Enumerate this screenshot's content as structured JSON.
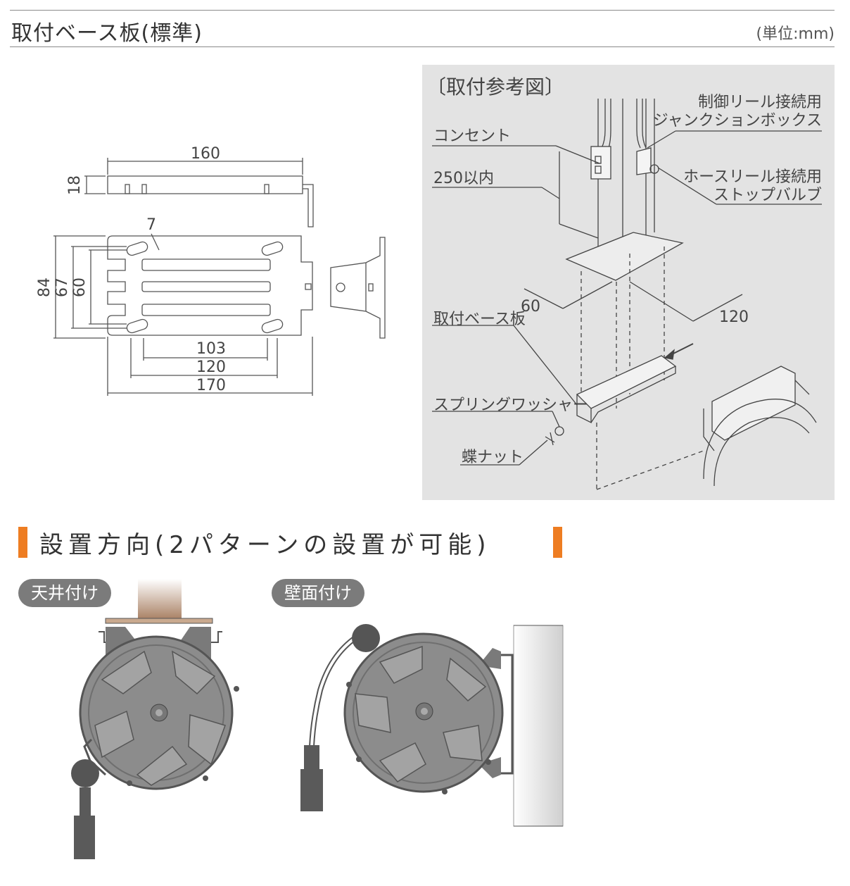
{
  "header": {
    "title": "取付ベース板(標準)",
    "unit": "(単位:mm)"
  },
  "base_plate_drawing": {
    "dims": {
      "top_width": "160",
      "top_height": "18",
      "hole": "7",
      "h84": "84",
      "h67": "67",
      "h60": "60",
      "w103": "103",
      "w120": "120",
      "w170": "170"
    }
  },
  "reference": {
    "title": "〔取付参考図〕",
    "labels": {
      "junction_box": [
        "制御リール接続用",
        "ジャンクションボックス"
      ],
      "outlet": "コンセント",
      "within_250": "250以内",
      "stop_valve": [
        "ホースリール接続用",
        "ストップバルブ"
      ],
      "dim60": "60",
      "dim120": "120",
      "base_plate": "取付ベース板",
      "spring_washer": "スプリングワッシャー",
      "wing_nut": "蝶ナット"
    }
  },
  "orientation": {
    "title": "設置方向(2パターンの設置が可能)",
    "ceiling_label": "天井付け",
    "wall_label": "壁面付け"
  },
  "colors": {
    "accent": "#ee7d22",
    "panel_bg": "#e3e3e3",
    "reel_body": "#8c8c8c",
    "reel_dark": "#5a5a5a",
    "ceiling_post": "#b58f74"
  }
}
